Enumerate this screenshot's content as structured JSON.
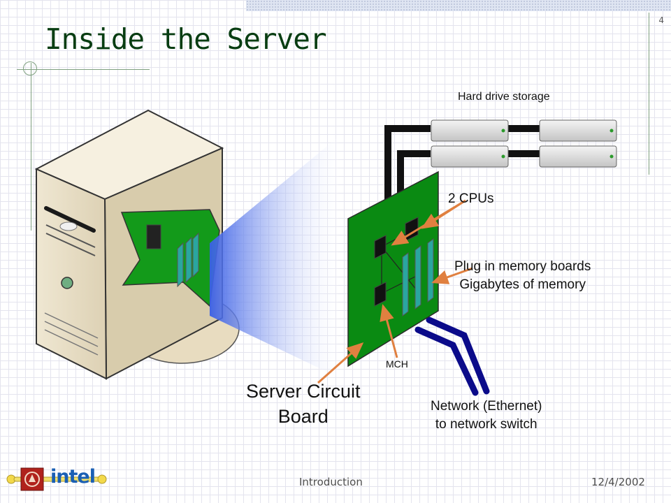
{
  "slide": {
    "title": "Inside the Server",
    "page_number": "4",
    "footer_center": "Introduction",
    "footer_date": "12/4/2002",
    "logo_text": "intel"
  },
  "labels": {
    "hard_drive": "Hard drive storage",
    "cpus": "2 CPUs",
    "memory_line1": "Plug in memory boards",
    "memory_line2": "Gigabytes of memory",
    "mch": "MCH",
    "board_line1": "Server Circuit",
    "board_line2": "Board",
    "network_line1": "Network (Ethernet)",
    "network_line2": "to network switch"
  },
  "colors": {
    "title": "#083d12",
    "board": "#0a8a12",
    "arrow": "#e08040",
    "cable": "#0b0b8a",
    "server_body": "#e6dcc4",
    "logo_blue": "#1a5fb4"
  }
}
